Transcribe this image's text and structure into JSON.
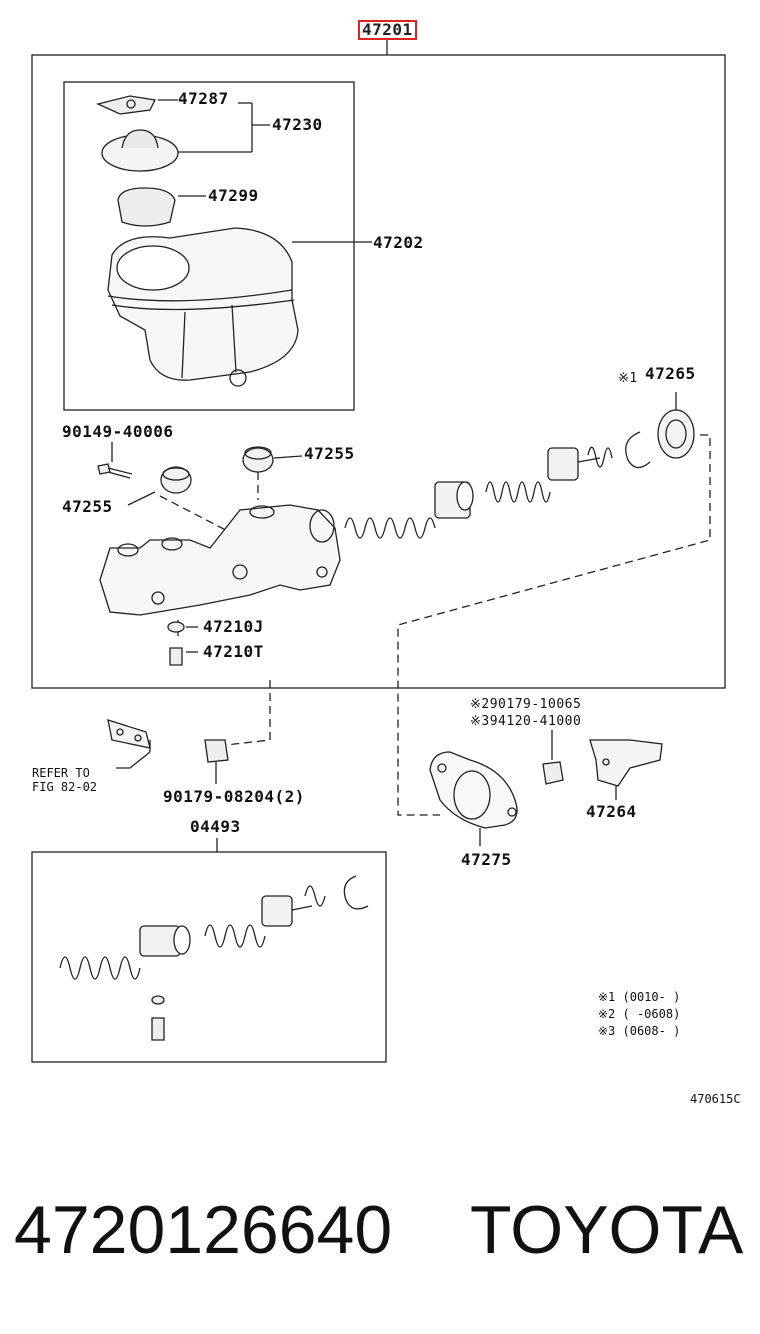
{
  "diagram": {
    "assembly_label": "47201",
    "accent_color": "#d22222",
    "part_labels": {
      "p47287": "47287",
      "p47230": "47230",
      "p47299": "47299",
      "p47202": "47202",
      "p47265": "47265",
      "p47265_mark": "※1",
      "p90149": "90149-40006",
      "p47255a": "47255",
      "p47255b": "47255",
      "p47210j": "47210J",
      "p47210t": "47210T",
      "p90179a": "※290179-10065",
      "p94120": "※394120-41000",
      "refer_line1": "REFER TO",
      "refer_line2": "FIG 82-02",
      "p90179b": "90179-08204(2)",
      "p47264": "47264",
      "p04493": "04493",
      "p47275": "47275"
    },
    "notes": [
      "※1 (0010-    )",
      "※2 (     -0608)",
      "※3 (0608-    )"
    ],
    "figure_code": "470615C"
  },
  "footer": {
    "part_number": "4720126640",
    "brand": "TOYOTA"
  }
}
